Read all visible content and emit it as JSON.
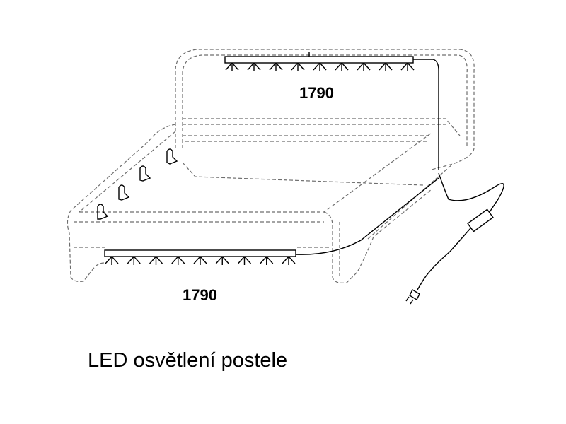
{
  "diagram": {
    "labels": {
      "top_strip_length": "1790",
      "front_strip_length": "1790"
    },
    "caption": "LED osvětlení postele"
  }
}
